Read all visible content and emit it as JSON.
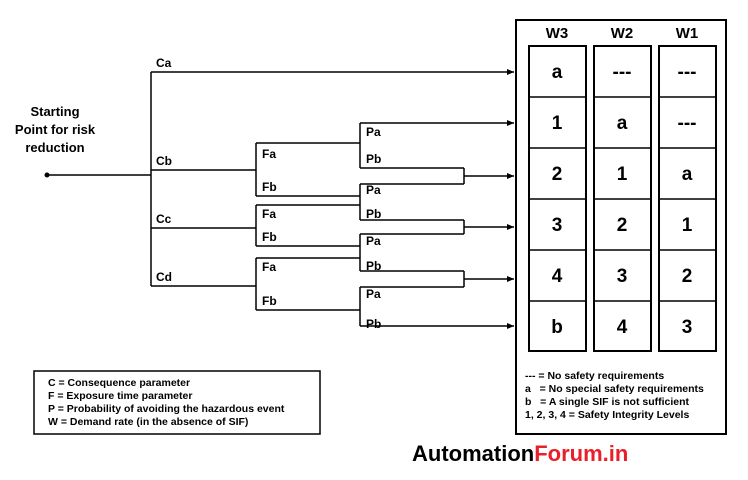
{
  "start": {
    "line1": "Starting",
    "line2": "Point for risk",
    "line3": "reduction"
  },
  "params": {
    "ca": "Ca",
    "cb": "Cb",
    "cc": "Cc",
    "cd": "Cd",
    "fa": "Fa",
    "fb": "Fb",
    "pa": "Pa",
    "pb": "Pb"
  },
  "matrix": {
    "headers": [
      "W3",
      "W2",
      "W1"
    ],
    "rows": [
      [
        "a",
        "---",
        "---"
      ],
      [
        "1",
        "a",
        "---"
      ],
      [
        "2",
        "1",
        "a"
      ],
      [
        "3",
        "2",
        "1"
      ],
      [
        "4",
        "3",
        "2"
      ],
      [
        "b",
        "4",
        "3"
      ]
    ]
  },
  "notes": [
    "--- = No safety requirements",
    "a   = No special safety requirements",
    "b   = A single SIF is not sufficient",
    "1, 2, 3, 4 = Safety Integrity Levels"
  ],
  "legend": [
    "C = Consequence parameter",
    "F = Exposure time parameter",
    "P = Probability of avoiding the hazardous event",
    "W = Demand rate (in the absence of SIF)"
  ],
  "brand": {
    "part1": "Automation",
    "part2": "Forum.in",
    "color1": "#000000",
    "color2": "#e8202a"
  }
}
